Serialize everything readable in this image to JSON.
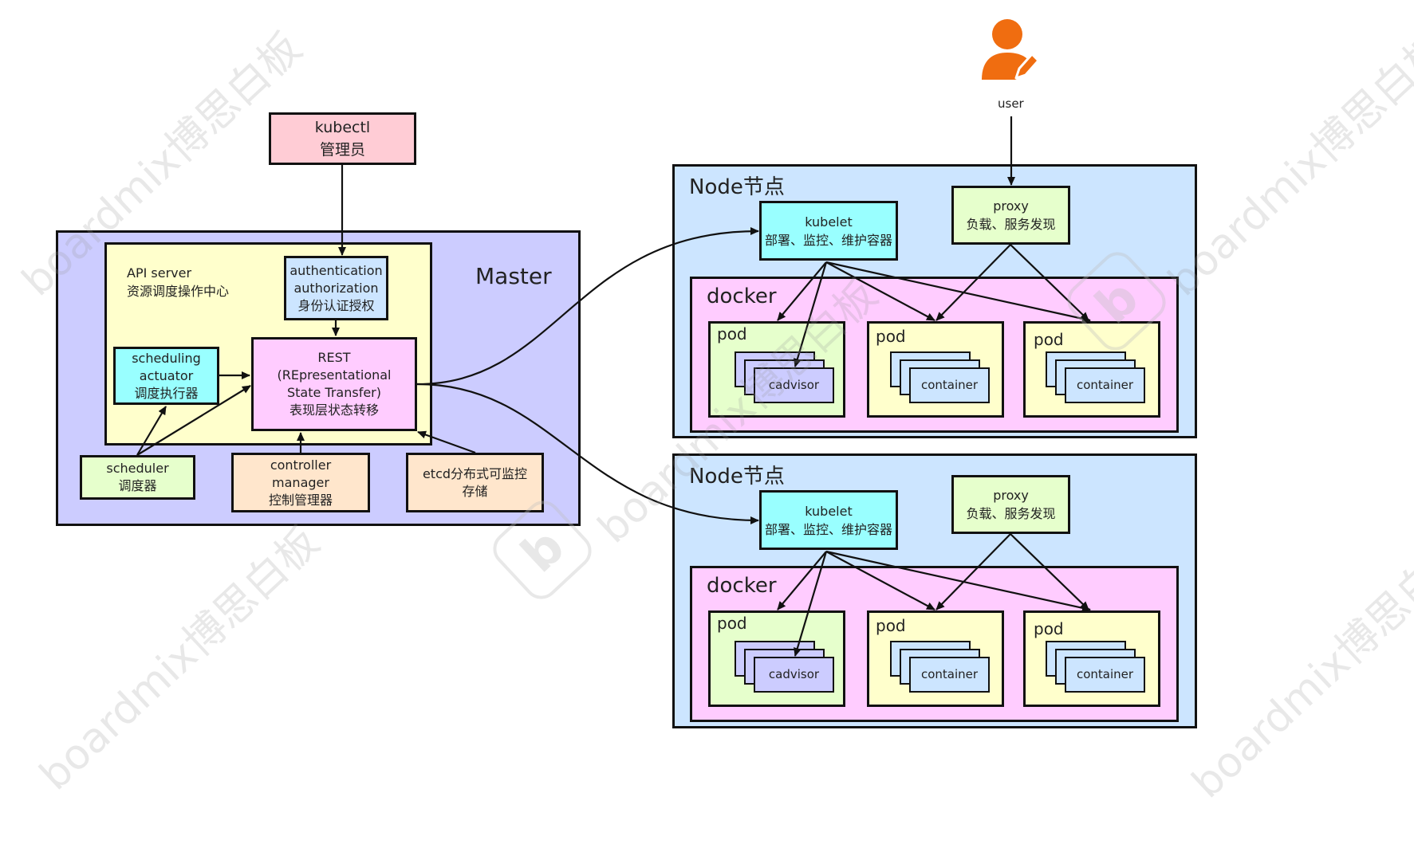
{
  "colors": {
    "master_bg": "#ccccff",
    "api_bg": "#ffffcc",
    "auth_bg": "#cce5ff",
    "rest_bg": "#ffccff",
    "sched_actuator_bg": "#99ffff",
    "scheduler_bg": "#e6ffcc",
    "controller_bg": "#ffe6cc",
    "etcd_bg": "#ffe6cc",
    "kubectl_bg": "#ffccd5",
    "node_bg": "#cce5ff",
    "kubelet_bg": "#99ffff",
    "proxy_bg": "#e6ffcc",
    "docker_bg": "#ffccff",
    "pod_cadvisor_bg": "#e6ffcc",
    "pod_container_bg": "#ffffcc",
    "cadvisor_bg": "#ccccff",
    "container_bg": "#cce5ff",
    "user_icon": "#f06d10"
  },
  "kubectl": {
    "line1": "kubectl",
    "line2": "管理员"
  },
  "user": {
    "label": "user",
    "icon": "user-edit-icon"
  },
  "master": {
    "title": "Master",
    "api_server": {
      "line1": "API server",
      "line2": "资源调度操作中心"
    },
    "auth": {
      "line1": "authentication",
      "line2": "authorization",
      "line3": "身份认证授权"
    },
    "rest": {
      "line1": "REST",
      "line2": "(REpresentational",
      "line3": "State Transfer)",
      "line4": "表现层状态转移"
    },
    "sched_actuator": {
      "line1": "scheduling",
      "line2": "actuator",
      "line3": "调度执行器"
    },
    "scheduler": {
      "line1": "scheduler",
      "line2": "调度器"
    },
    "controller": {
      "line1": "controller",
      "line2": "manager",
      "line3": "控制管理器"
    },
    "etcd": {
      "line1": "etcd分布式可监控",
      "line2": "存储"
    }
  },
  "nodes": [
    {
      "title": "Node节点",
      "kubelet": {
        "line1": "kubelet",
        "line2": "部署、监控、维护容器"
      },
      "proxy": {
        "line1": "proxy",
        "line2": "负载、服务发现"
      },
      "docker": "docker",
      "pods": [
        {
          "title": "pod",
          "inner": "cadvisor"
        },
        {
          "title": "pod",
          "inner": "container"
        },
        {
          "title": "pod",
          "inner": "container"
        }
      ]
    },
    {
      "title": "Node节点",
      "kubelet": {
        "line1": "kubelet",
        "line2": "部署、监控、维护容器"
      },
      "proxy": {
        "line1": "proxy",
        "line2": "负载、服务发现"
      },
      "docker": "docker",
      "pods": [
        {
          "title": "pod",
          "inner": "cadvisor"
        },
        {
          "title": "pod",
          "inner": "container"
        },
        {
          "title": "pod",
          "inner": "container"
        }
      ]
    }
  ],
  "watermark": {
    "text": "boardmix博思白板",
    "logo": "b"
  }
}
